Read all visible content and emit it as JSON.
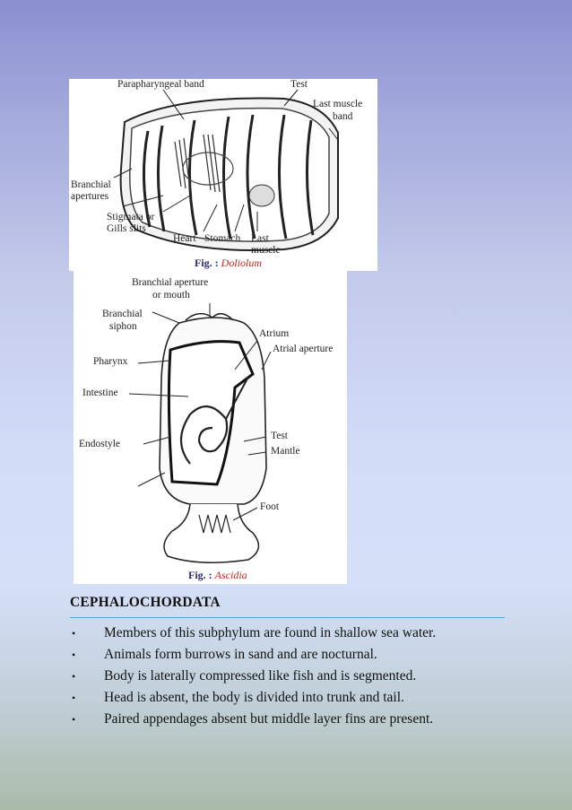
{
  "figure_doliolum": {
    "labels": {
      "parapharyngeal_band": "Parapharyngeal band",
      "test": "Test",
      "last_muscle_band_1": "Last muscle",
      "last_muscle_band_2": "band",
      "branchial_apertures_1": "Branchial",
      "branchial_apertures_2": "apertures",
      "stigmata_1": "Stigmata or",
      "stigmata_2": "Gills slits",
      "heart": "Heart",
      "stomach": "Stomach",
      "last_muscle_1": "Last",
      "last_muscle_2": "muscle"
    },
    "caption_prefix": "Fig. :",
    "caption_name": "Doliolum"
  },
  "figure_ascidia": {
    "labels": {
      "branchial_aperture_1": "Branchial aperture",
      "branchial_aperture_2": "or mouth",
      "branchial_siphon_1": "Branchial",
      "branchial_siphon_2": "siphon",
      "atrium": "Atrium",
      "atrial_aperture": "Atrial aperture",
      "pharynx": "Pharynx",
      "intestine": "Intestine",
      "endostyle": "Endostyle",
      "test": "Test",
      "mantle": "Mantle",
      "foot": "Foot"
    },
    "caption_prefix": "Fig. :",
    "caption_name": "Ascidia"
  },
  "section": {
    "heading": "CEPHALOCHORDATA",
    "bullet_symbol": "•",
    "bullets": [
      "Members of this subphylum are found in shallow sea water.",
      "Animals form burrows in sand and are nocturnal.",
      "Body is laterally compressed like fish and is segmented.",
      "Head is absent, the body is divided into trunk and tail.",
      "Paired appendages absent but middle layer fins are present."
    ]
  },
  "colors": {
    "heading_rule": "#4aa6dd",
    "caption_text": "#2a2a6a",
    "caption_name": "#c0281c"
  }
}
